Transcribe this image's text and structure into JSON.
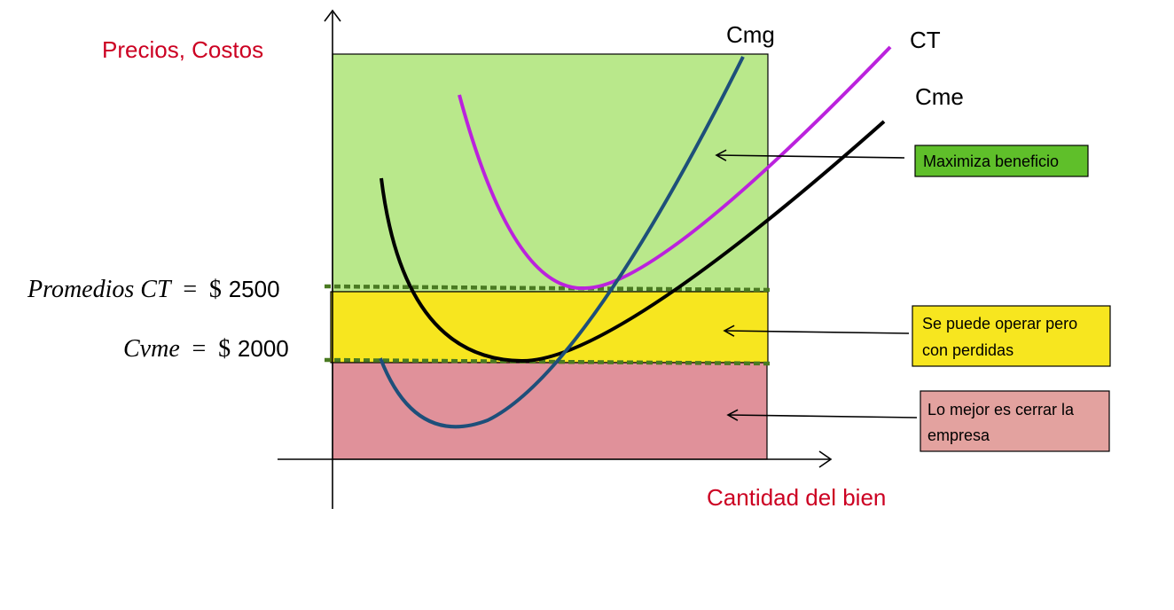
{
  "axes": {
    "y_label": "Precios, Costos",
    "x_label": "Cantidad del bien"
  },
  "curves": {
    "cmg": "Cmg",
    "ct": "CT",
    "cme": "Cme"
  },
  "levels": {
    "promedios_ct": {
      "name": "Promedios CT",
      "eq": "=",
      "currency": "$",
      "value": "2500"
    },
    "cvme": {
      "name": "Cvme",
      "eq": "=",
      "currency": "$",
      "value": "2000"
    }
  },
  "zones": {
    "profit": {
      "label": "Maximiza beneficio",
      "color": "#b9e88b"
    },
    "loss": {
      "label_line1": "Se puede operar pero",
      "label_line2": "con perdidas",
      "color": "#f7e61f"
    },
    "close": {
      "label_line1": "Lo mejor es cerrar la",
      "label_line2": "empresa",
      "color": "#e0919a"
    }
  },
  "colors": {
    "axis_label": "#cc0022",
    "cmg": "#1e4f7a",
    "ct": "#bb22dd",
    "cme": "#000000",
    "dotted": "#4a7a22",
    "legend_profit": "#5fbf2a",
    "legend_loss": "#f7e61f",
    "legend_close": "#e3a29f"
  }
}
